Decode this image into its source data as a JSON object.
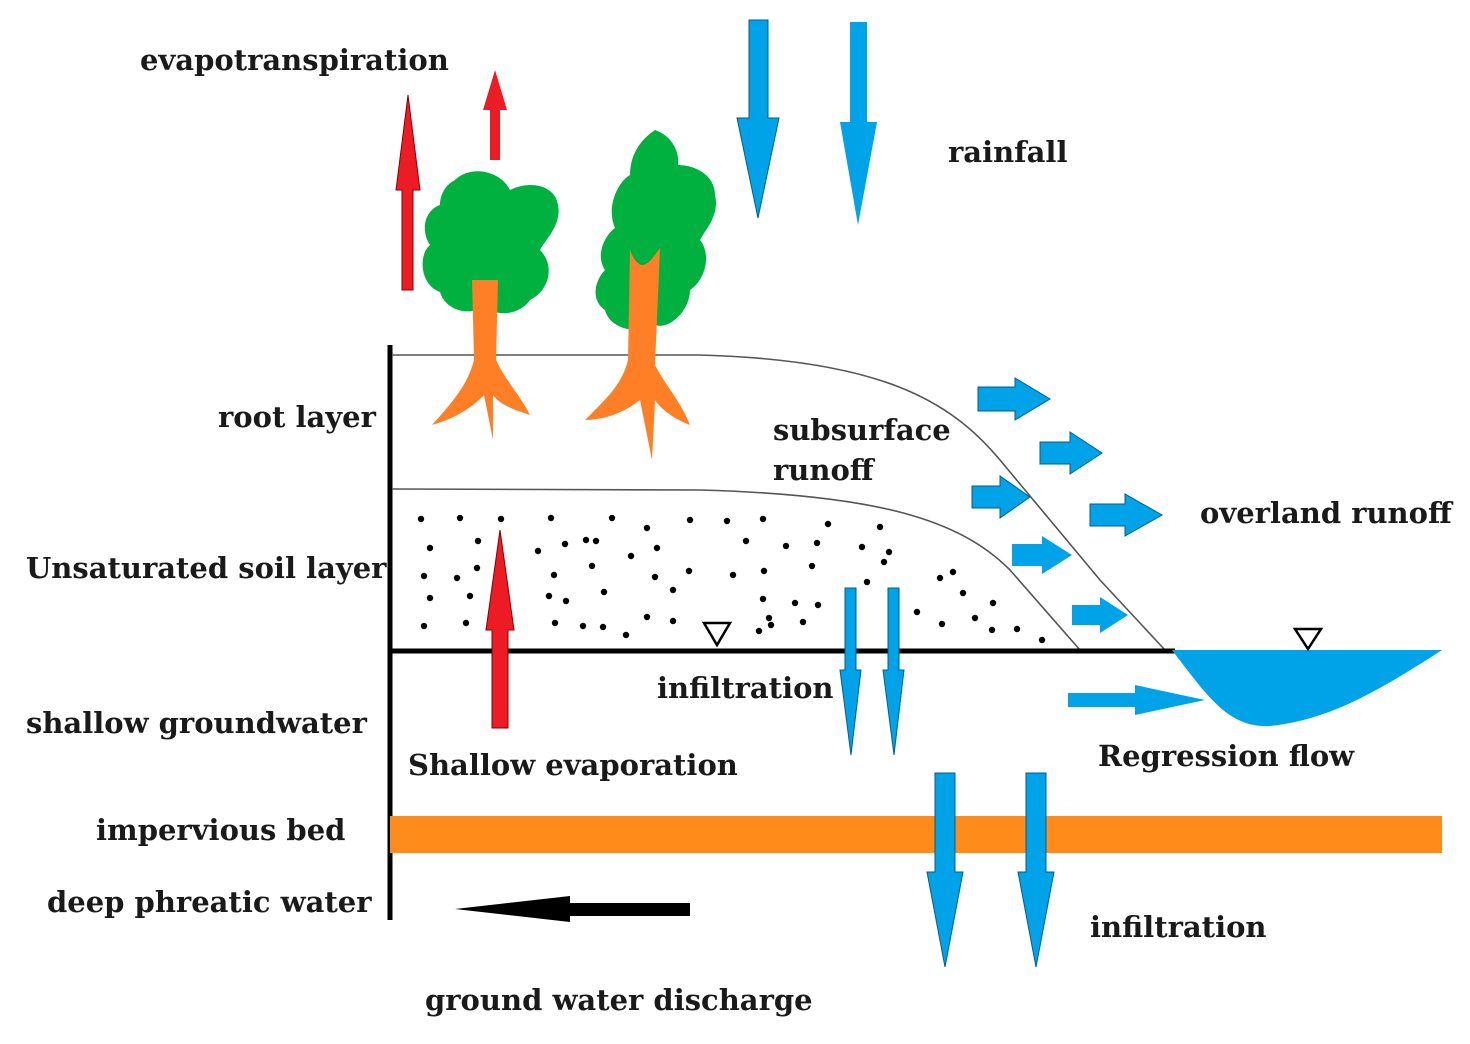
{
  "labels": {
    "evapotranspiration": "evapotranspiration",
    "rainfall": "rainfall",
    "root_layer": "root layer",
    "subsurface_line1": "subsurface",
    "subsurface_line2": "runoff",
    "overland_runoff": "overland runoff",
    "unsaturated_soil_layer": "Unsaturated soil layer",
    "infiltration_upper": "infiltration",
    "shallow_groundwater": "shallow groundwater",
    "shallow_evaporation": "Shallow evaporation",
    "regression_flow": "Regression flow",
    "impervious_bed": "impervious bed",
    "deep_phreatic_water": "deep phreatic water",
    "infiltration_lower": "infiltration",
    "ground_water_discharge": "ground water discharge"
  },
  "colors": {
    "water": "#00a2e8",
    "evaporation": "#ed1c24",
    "foliage": "#00b140",
    "trunk": "#ff7f27",
    "impervious_bed": "#ff8c1a",
    "line": "#000000"
  }
}
